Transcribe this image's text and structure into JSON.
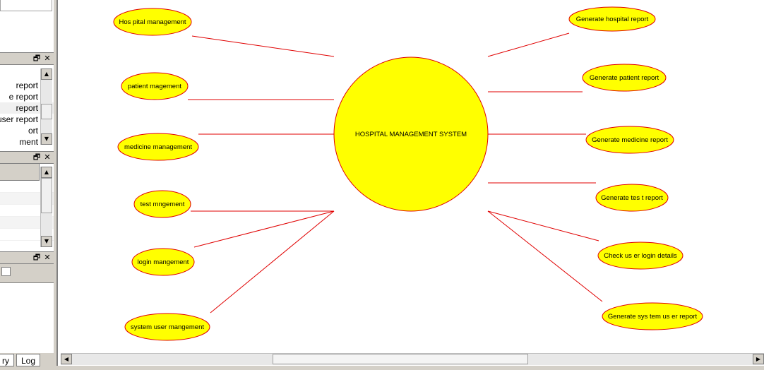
{
  "left_panel": {
    "report_list": {
      "items": [
        "report",
        "e report",
        "report",
        "user report",
        "ort",
        "ment"
      ]
    },
    "bottom_tabs": [
      "ry",
      "Log"
    ]
  },
  "diagram": {
    "center": {
      "label": "HOSPITAL MANAGEMENT SYSTEM"
    },
    "left_nodes": [
      "Hos pital management",
      "patient magement",
      "medicine management",
      "test mngement",
      "login mangement",
      "system user mangement"
    ],
    "right_nodes": [
      "Generate hospital report",
      "Generate patient report",
      "Generate medicine report",
      "Generate tes t report",
      "Check us er login details",
      "Generate sys tem us er report"
    ],
    "colors": {
      "node_fill": "#ffff00",
      "node_stroke": "#e00000",
      "link": "#e00000"
    }
  }
}
